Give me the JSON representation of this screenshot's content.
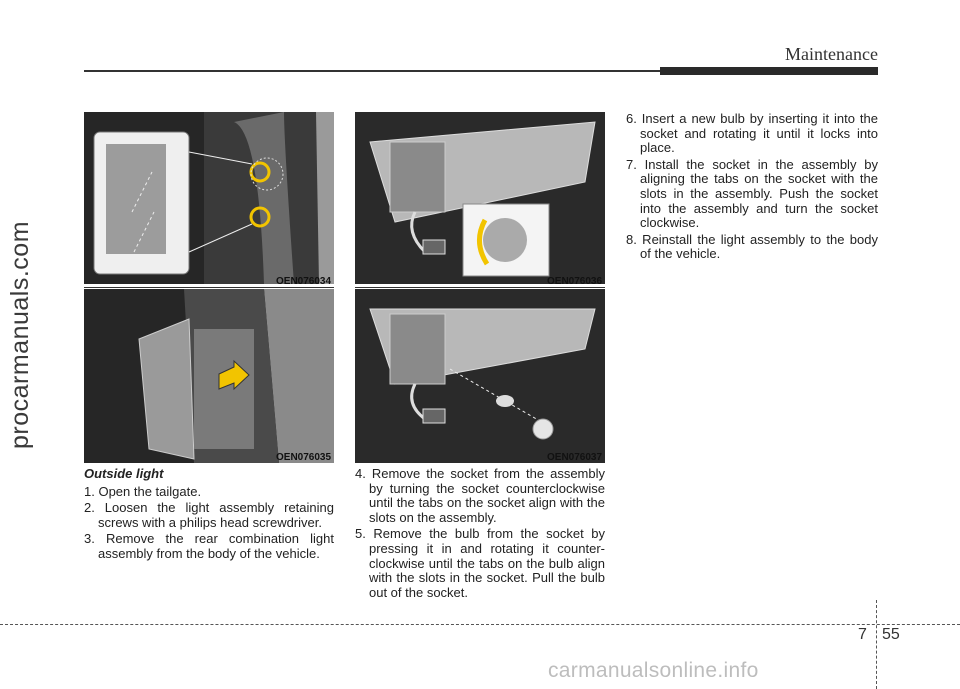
{
  "header": {
    "section_title": "Maintenance"
  },
  "watermarks": {
    "side": "procarmanuals.com",
    "bottom": "carmanualsonline.info"
  },
  "figures": [
    {
      "code": "OEN076034"
    },
    {
      "code": "OEN076035"
    },
    {
      "code": "OEN076036"
    },
    {
      "code": "OEN076037"
    }
  ],
  "column1": {
    "heading": "Outside light",
    "steps": [
      "1. Open the tailgate.",
      "2. Loosen the light assembly retaining screws with a philips head screwdriver.",
      "3. Remove the rear combination light assembly from the body of the vehicle."
    ]
  },
  "column2": {
    "steps": [
      "4. Remove the socket from the assembly by turning the socket counterclockwise until the tabs on the socket align with the slots on the assembly.",
      "5. Remove the bulb from the socket by pressing it in and rotating it counter-clockwise until the tabs on the bulb align with the slots in the socket. Pull the bulb out of the socket."
    ]
  },
  "column3": {
    "steps": [
      "6. Insert a new bulb by inserting it into the socket and rotating it until it locks into place.",
      "7. Install the socket in the assembly by aligning the tabs on the socket with the slots in the assembly. Push the socket into the assembly and turn the socket clockwise.",
      "8. Reinstall the light assembly to the body of the vehicle."
    ]
  },
  "footer": {
    "chapter": "7",
    "page": "55"
  },
  "colors": {
    "arrow_yellow": "#f2c400",
    "photo_dark": "#1f1f1f"
  }
}
